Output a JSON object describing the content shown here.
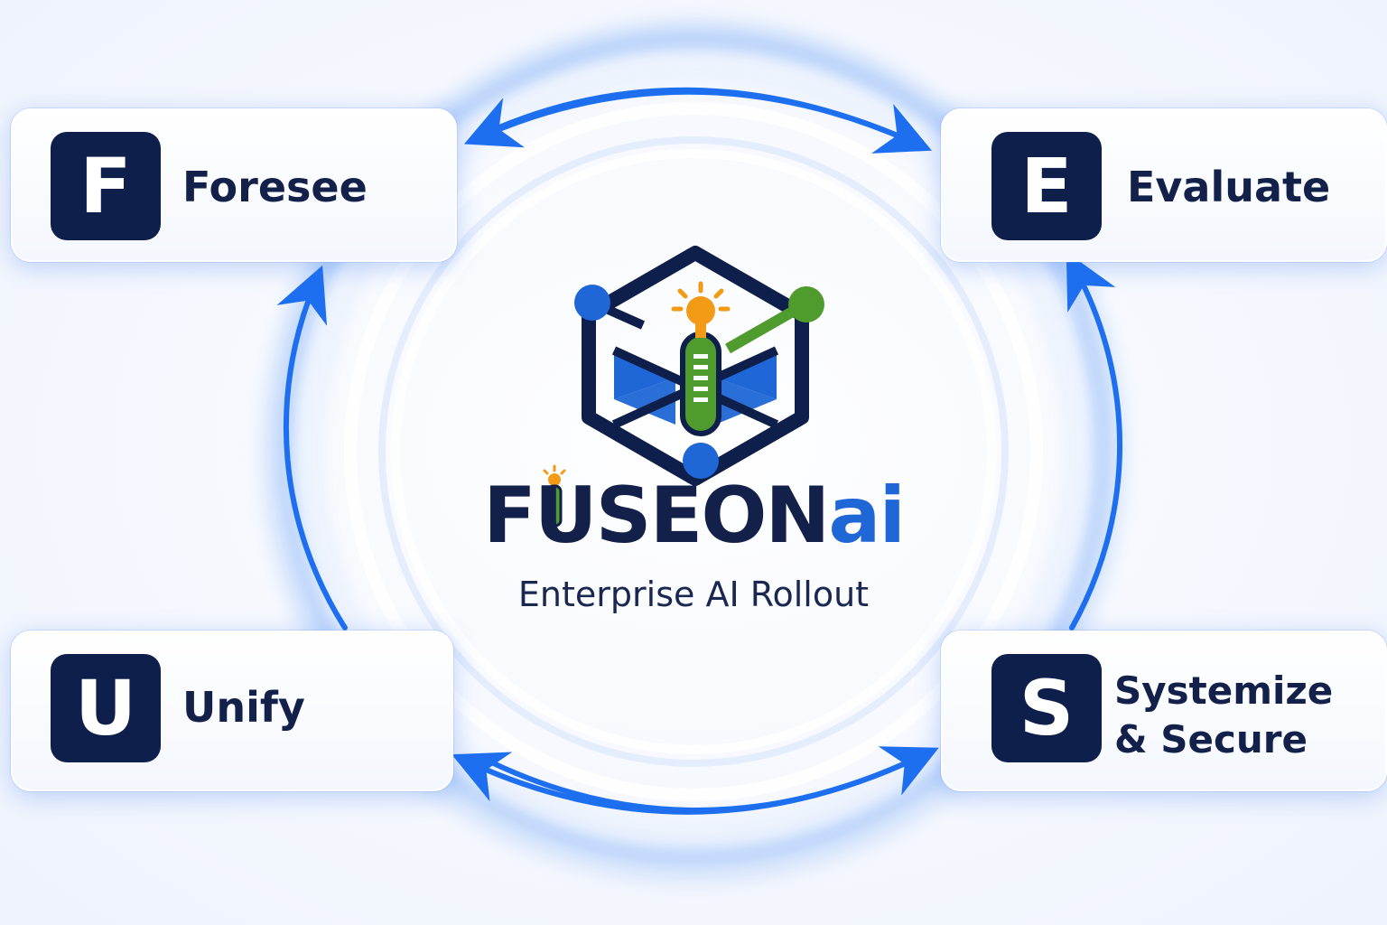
{
  "brand": {
    "name_main": "FUSEON",
    "name_suffix": "ai",
    "tagline": "Enterprise AI Rollout"
  },
  "steps": [
    {
      "letter": "F",
      "label": "Foresee"
    },
    {
      "letter": "E",
      "label": "Evaluate"
    },
    {
      "letter": "U",
      "label": "Unify"
    },
    {
      "letter": "S",
      "label_line1": "Systemize",
      "label_line2": "& Secure"
    }
  ],
  "colors": {
    "navy": "#0f1f4b",
    "blue": "#1f66d6",
    "green": "#4f9b2d",
    "orange": "#f39a16",
    "arrow": "#1e6ff0"
  },
  "icons": [
    "hexagon-network-logo",
    "test-tube-lightbulb-icon",
    "cycle-arrows"
  ]
}
